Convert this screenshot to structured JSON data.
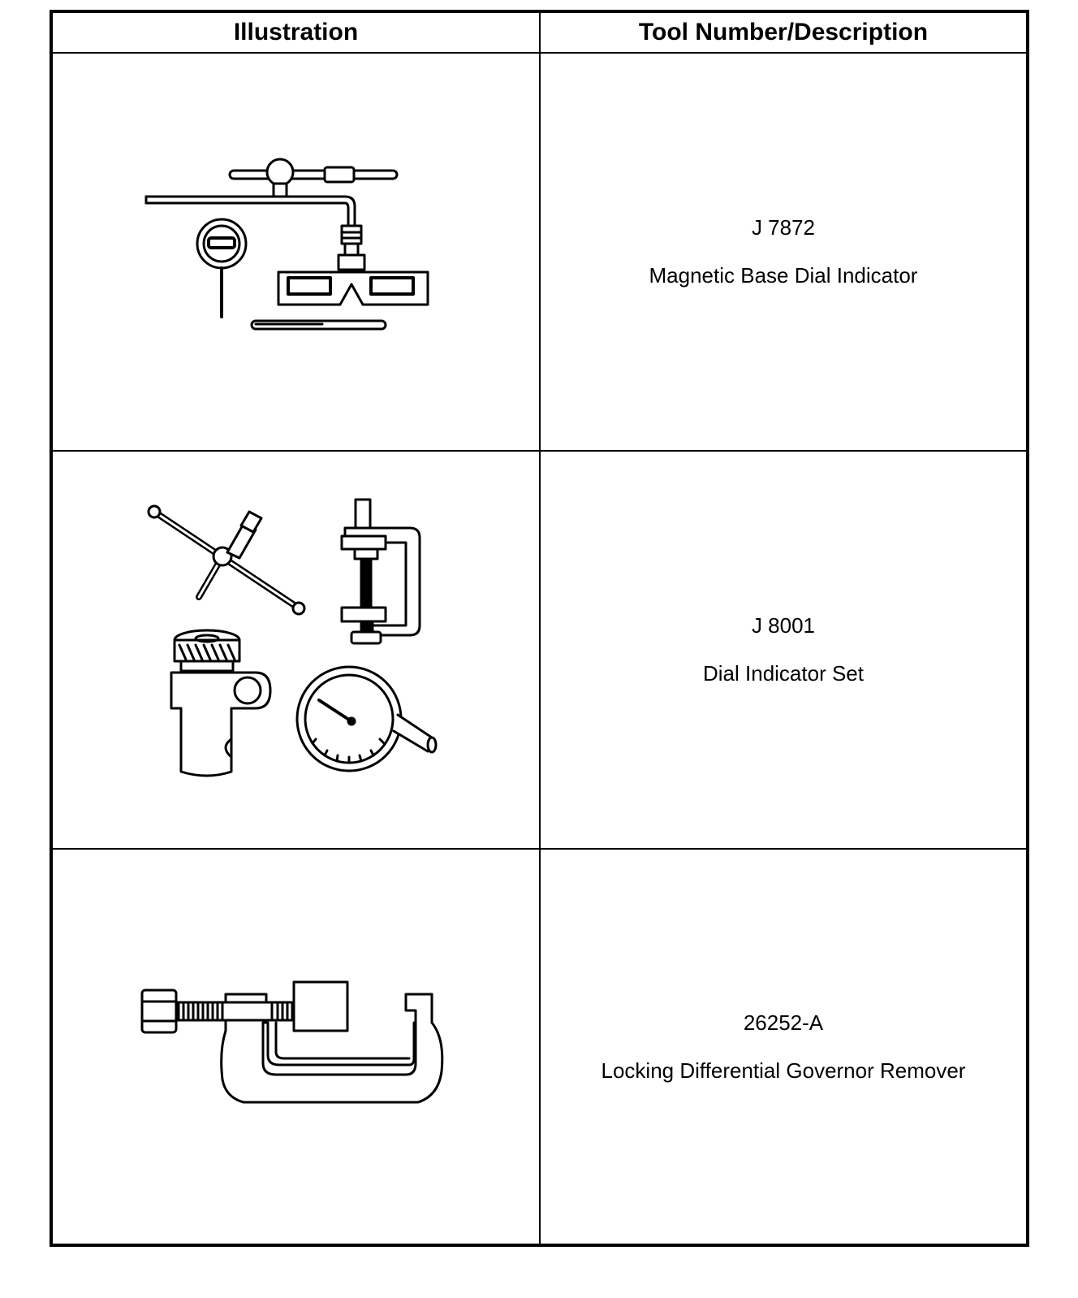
{
  "header": {
    "illustration_label": "Illustration",
    "tool_label": "Tool Number/Description"
  },
  "tools": [
    {
      "number": "J 7872",
      "description": "Magnetic Base Dial Indicator",
      "illustration_icon": "magnetic-base-dial-indicator-icon"
    },
    {
      "number": "J 8001",
      "description": "Dial Indicator Set",
      "illustration_icon": "dial-indicator-set-icon"
    },
    {
      "number": "26252-A",
      "description": "Locking Differential Governor Remover",
      "illustration_icon": "governor-remover-clamp-icon"
    }
  ]
}
